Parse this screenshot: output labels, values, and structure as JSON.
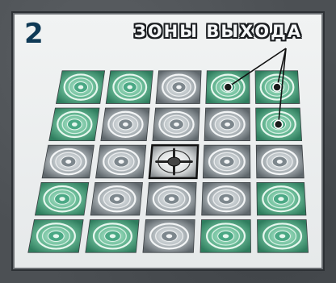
{
  "header": {
    "step_number": "2",
    "exit_zones_label": "ЗОНЫ ВЫХОДА"
  },
  "board": {
    "rows": 5,
    "cols": 5,
    "tiles": [
      [
        "green",
        "green",
        "gray",
        "green",
        "green"
      ],
      [
        "green",
        "gray",
        "gray",
        "gray",
        "green"
      ],
      [
        "gray",
        "gray",
        "center",
        "gray",
        "gray"
      ],
      [
        "green",
        "gray",
        "gray",
        "gray",
        "green"
      ],
      [
        "green",
        "green",
        "gray",
        "green",
        "green"
      ]
    ],
    "exit_zone_markers": [
      [
        0,
        3
      ],
      [
        0,
        4
      ],
      [
        1,
        4
      ]
    ]
  },
  "colors": {
    "green_tile": "#3f9a78",
    "green_tile_light": "#8fd1b4",
    "gray_tile": "#8c949a",
    "gray_tile_light": "#d5dadd",
    "center_tile": "#ffffff",
    "title": "#0f3a56"
  }
}
